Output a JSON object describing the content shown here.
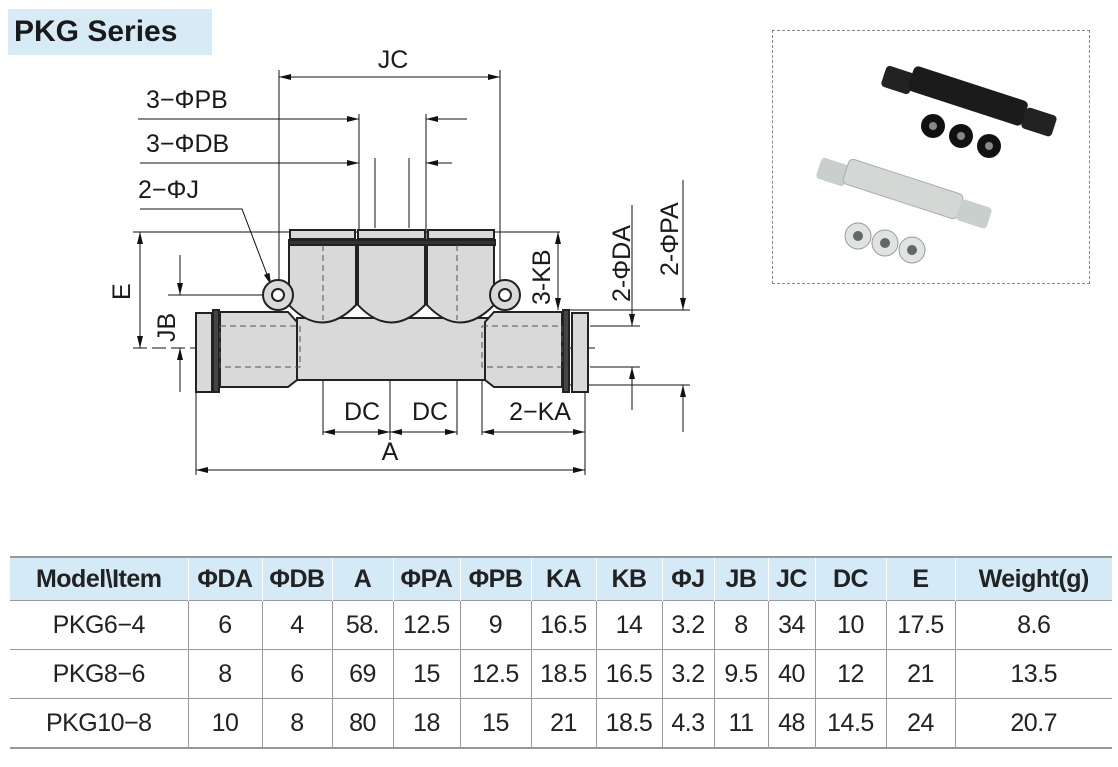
{
  "title": "PKG Series",
  "drawing_labels": {
    "jc": "JC",
    "pb": "3−ΦPB",
    "db": "3−ΦDB",
    "j": "2−ΦJ",
    "e": "E",
    "jb": "JB",
    "kb": "3-KB",
    "da": "2-ΦDA",
    "pa": "2-ΦPA",
    "dc1": "DC",
    "dc2": "DC",
    "ka": "2−KA",
    "a": "A"
  },
  "table": {
    "headers": [
      "Model\\Item",
      "ΦDA",
      "ΦDB",
      "A",
      "ΦPA",
      "ΦPB",
      "KA",
      "KB",
      "ΦJ",
      "JB",
      "JC",
      "DC",
      "E",
      "Weight(g)"
    ],
    "rows": [
      [
        "PKG6−4",
        "6",
        "4",
        "58.",
        "12.5",
        "9",
        "16.5",
        "14",
        "3.2",
        "8",
        "34",
        "10",
        "17.5",
        "8.6"
      ],
      [
        "PKG8−6",
        "8",
        "6",
        "69",
        "15",
        "12.5",
        "18.5",
        "16.5",
        "3.2",
        "9.5",
        "40",
        "12",
        "21",
        "13.5"
      ],
      [
        "PKG10−8",
        "10",
        "8",
        "80",
        "18",
        "15",
        "21",
        "18.5",
        "4.3",
        "11",
        "48",
        "14.5",
        "24",
        "20.7"
      ]
    ]
  }
}
